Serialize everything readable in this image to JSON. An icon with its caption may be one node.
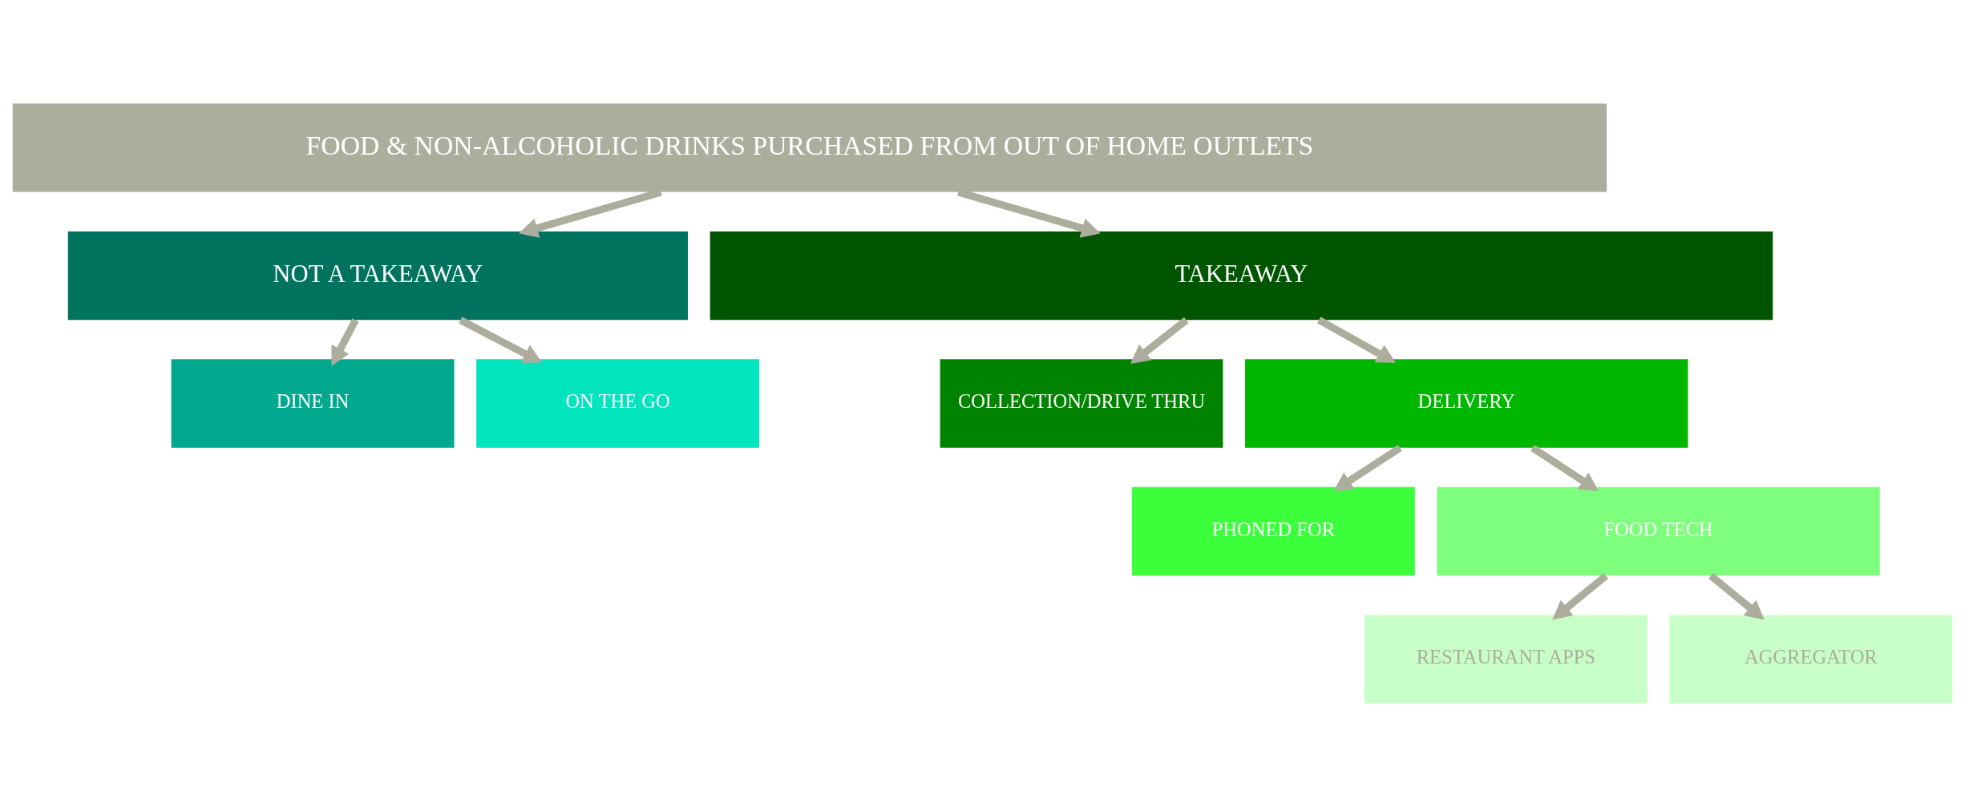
{
  "diagram": {
    "nodes": [
      {
        "text": [
          "FOOD & NON-ALCOHOLIC DRINKS PURCHASED FROM OUT OF HOME OUTLETS"
        ]
      },
      {
        "text": [
          "NOT A TAKEAWAY"
        ]
      },
      {
        "text": [
          "TAKEAWAY"
        ]
      },
      {
        "text": [
          "DINE IN"
        ]
      },
      {
        "text": [
          "ON THE GO"
        ]
      },
      {
        "text": [
          "COLLECTION/DRIVE THRU"
        ]
      },
      {
        "text": [
          "DELIVERY"
        ]
      },
      {
        "text": [
          "PHONED FOR"
        ]
      },
      {
        "text": [
          "FOOD TECH"
        ]
      },
      {
        "text": [
          "RESTAURANT APPS"
        ]
      },
      {
        "text": [
          "AGGREGATOR"
        ]
      }
    ],
    "edges": [
      {
        "from": 0,
        "to": 1,
        "arrow": "to"
      },
      {
        "from": 0,
        "to": 2,
        "arrow": "to"
      },
      {
        "from": 1,
        "to": 3,
        "arrow": "to"
      },
      {
        "from": 1,
        "to": 4,
        "arrow": "to"
      },
      {
        "from": 2,
        "to": 5,
        "arrow": "to"
      },
      {
        "from": 2,
        "to": 6,
        "arrow": "to"
      },
      {
        "from": 6,
        "to": 7,
        "arrow": "to"
      },
      {
        "from": 6,
        "to": 8,
        "arrow": "to"
      },
      {
        "from": 8,
        "to": 9,
        "arrow": "to"
      },
      {
        "from": 8,
        "to": 10,
        "arrow": "to"
      }
    ]
  }
}
